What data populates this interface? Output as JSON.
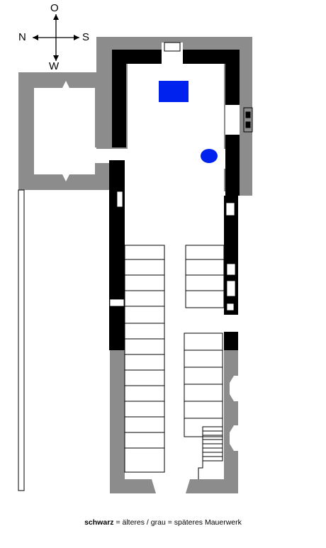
{
  "compass": {
    "top": "O",
    "left": "N",
    "right": "S",
    "bottom": "W"
  },
  "legend": {
    "older_term": "schwarz",
    "older_text": "= älteres /",
    "later_term": "grau",
    "later_text": "= späteres Mauerwerk"
  },
  "colors": {
    "older_masonry": "#000000",
    "later_masonry": "#8c8c8c",
    "interior": "#ffffff",
    "furnishing": "#0022ee",
    "lines": "#000000"
  },
  "icons": {
    "altar": "blue-rectangle",
    "font": "blue-ellipse",
    "compass": "cross-arrows"
  }
}
